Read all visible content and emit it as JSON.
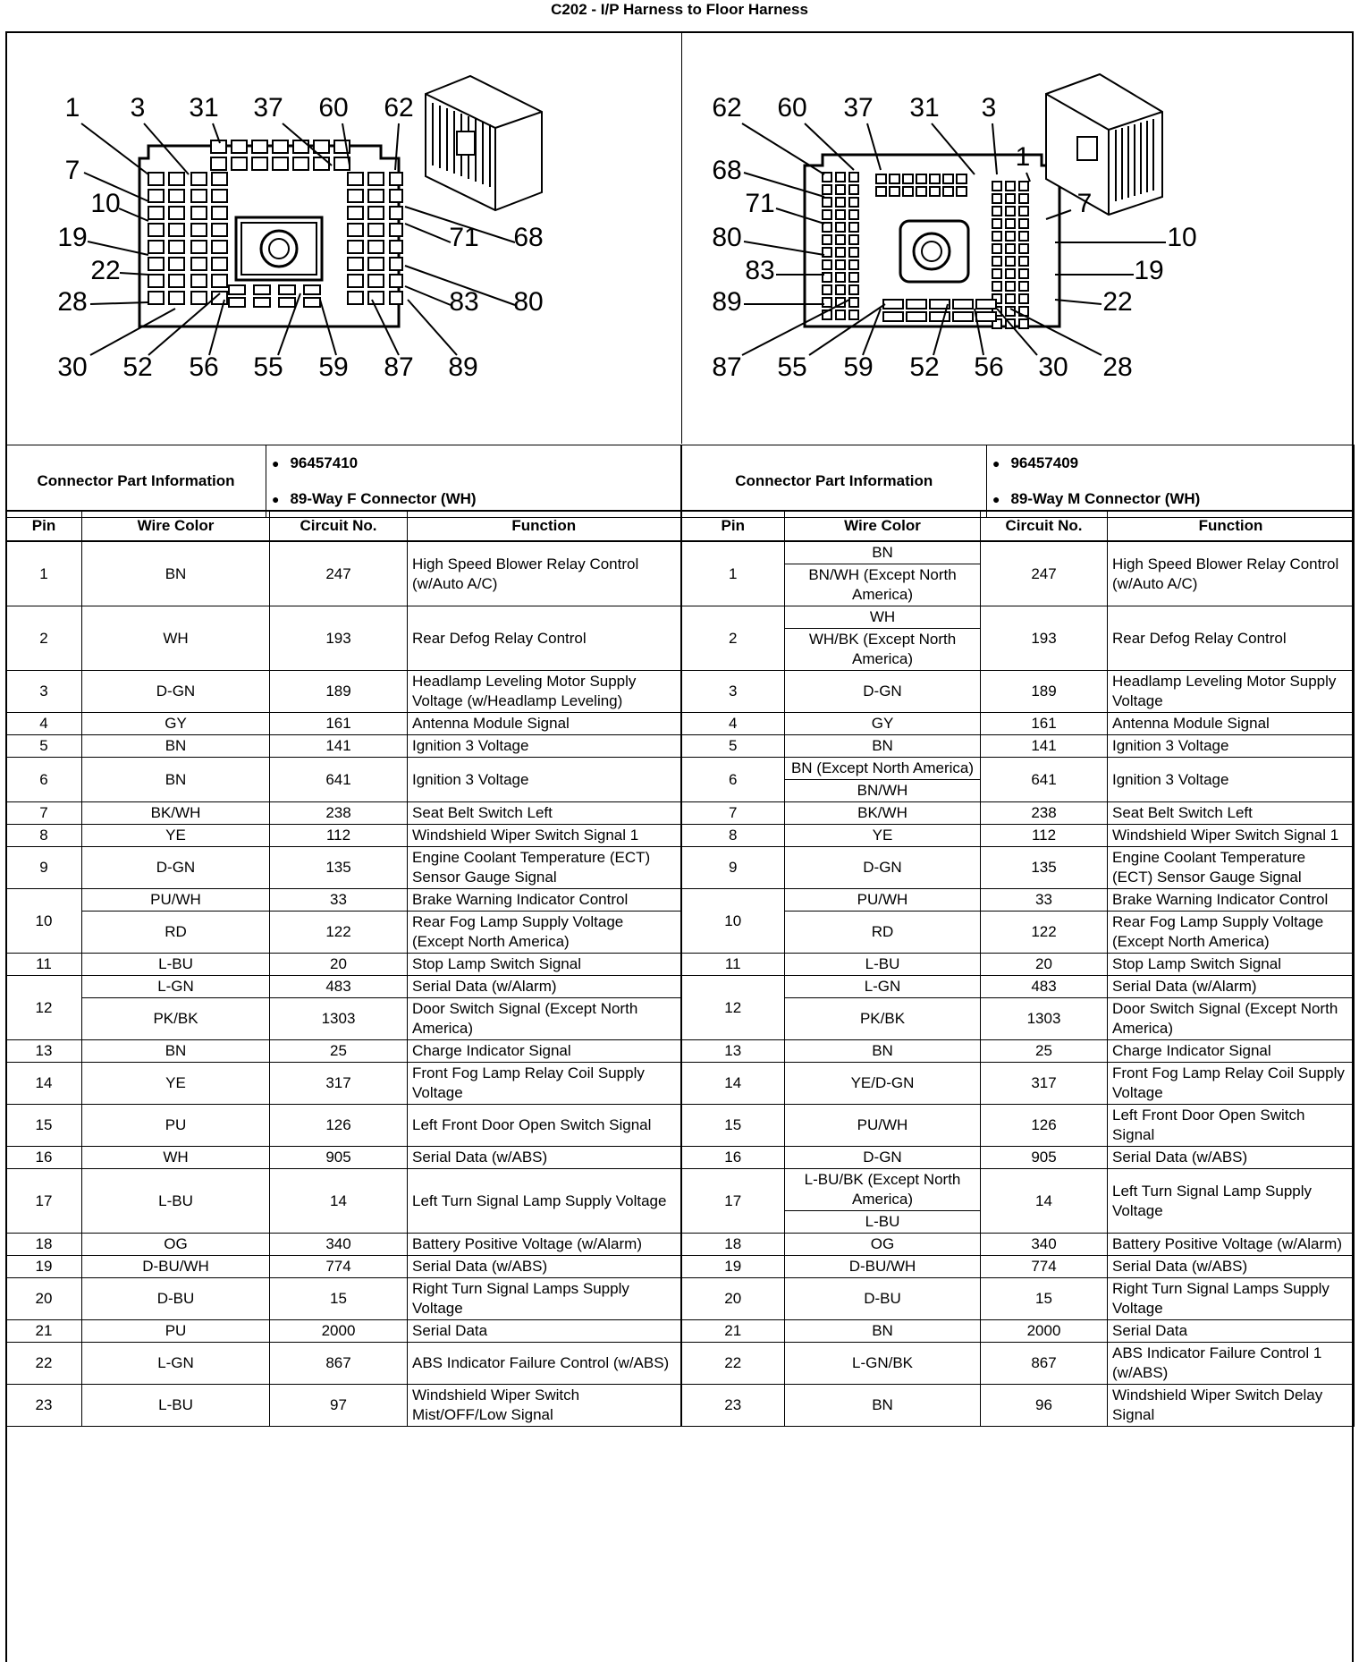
{
  "title": "C202 - I/P Harness to Floor Harness",
  "diagram": {
    "left_labels": [
      "1",
      "3",
      "31",
      "37",
      "60",
      "62",
      "7",
      "10",
      "19",
      "22",
      "28",
      "71",
      "68",
      "83",
      "80",
      "30",
      "52",
      "56",
      "55",
      "59",
      "87",
      "89"
    ],
    "right_labels": [
      "62",
      "60",
      "37",
      "31",
      "3",
      "1",
      "68",
      "71",
      "80",
      "83",
      "89",
      "7",
      "10",
      "19",
      "22",
      "87",
      "55",
      "59",
      "52",
      "56",
      "30",
      "28"
    ]
  },
  "connector_info": {
    "label": "Connector Part Information",
    "left": {
      "part_no": "96457410",
      "desc": "89-Way F Connector (WH)"
    },
    "right": {
      "part_no": "96457409",
      "desc": "89-Way M Connector (WH)"
    }
  },
  "headers": {
    "pin": "Pin",
    "wire_color": "Wire Color",
    "circuit_no": "Circuit No.",
    "function": "Function"
  },
  "left_rows": [
    {
      "pin": "1",
      "sub": [
        {
          "wire": "BN",
          "circuit": "247",
          "function": "High Speed Blower Relay Control (w/Auto A/C)"
        }
      ]
    },
    {
      "pin": "2",
      "sub": [
        {
          "wire": "WH",
          "circuit": "193",
          "function": "Rear Defog Relay Control"
        }
      ]
    },
    {
      "pin": "3",
      "sub": [
        {
          "wire": "D-GN",
          "circuit": "189",
          "function": "Headlamp Leveling Motor Supply Voltage (w/Headlamp Leveling)"
        }
      ]
    },
    {
      "pin": "4",
      "sub": [
        {
          "wire": "GY",
          "circuit": "161",
          "function": "Antenna Module Signal"
        }
      ]
    },
    {
      "pin": "5",
      "sub": [
        {
          "wire": "BN",
          "circuit": "141",
          "function": "Ignition 3 Voltage"
        }
      ]
    },
    {
      "pin": "6",
      "sub": [
        {
          "wire": "BN",
          "circuit": "641",
          "function": "Ignition 3 Voltage"
        }
      ]
    },
    {
      "pin": "7",
      "sub": [
        {
          "wire": "BK/WH",
          "circuit": "238",
          "function": "Seat Belt Switch Left"
        }
      ]
    },
    {
      "pin": "8",
      "sub": [
        {
          "wire": "YE",
          "circuit": "112",
          "function": "Windshield Wiper Switch Signal 1"
        }
      ]
    },
    {
      "pin": "9",
      "sub": [
        {
          "wire": "D-GN",
          "circuit": "135",
          "function": "Engine Coolant Temperature (ECT) Sensor Gauge Signal"
        }
      ]
    },
    {
      "pin": "10",
      "sub": [
        {
          "wire": "PU/WH",
          "circuit": "33",
          "function": "Brake Warning Indicator Control"
        },
        {
          "wire": "RD",
          "circuit": "122",
          "function": "Rear Fog Lamp Supply Voltage (Except North America)"
        }
      ]
    },
    {
      "pin": "11",
      "sub": [
        {
          "wire": "L-BU",
          "circuit": "20",
          "function": "Stop Lamp Switch Signal"
        }
      ]
    },
    {
      "pin": "12",
      "sub": [
        {
          "wire": "L-GN",
          "circuit": "483",
          "function": "Serial Data (w/Alarm)"
        },
        {
          "wire": "PK/BK",
          "circuit": "1303",
          "function": "Door Switch Signal (Except North America)"
        }
      ]
    },
    {
      "pin": "13",
      "sub": [
        {
          "wire": "BN",
          "circuit": "25",
          "function": "Charge Indicator Signal"
        }
      ]
    },
    {
      "pin": "14",
      "sub": [
        {
          "wire": "YE",
          "circuit": "317",
          "function": "Front Fog Lamp Relay Coil Supply Voltage"
        }
      ]
    },
    {
      "pin": "15",
      "sub": [
        {
          "wire": "PU",
          "circuit": "126",
          "function": "Left Front Door Open Switch Signal"
        }
      ]
    },
    {
      "pin": "16",
      "sub": [
        {
          "wire": "WH",
          "circuit": "905",
          "function": "Serial Data (w/ABS)"
        }
      ]
    },
    {
      "pin": "17",
      "sub": [
        {
          "wire": "L-BU",
          "circuit": "14",
          "function": "Left Turn Signal Lamp Supply Voltage"
        }
      ]
    },
    {
      "pin": "18",
      "sub": [
        {
          "wire": "OG",
          "circuit": "340",
          "function": "Battery Positive Voltage (w/Alarm)"
        }
      ]
    },
    {
      "pin": "19",
      "sub": [
        {
          "wire": "D-BU/WH",
          "circuit": "774",
          "function": "Serial Data (w/ABS)"
        }
      ]
    },
    {
      "pin": "20",
      "sub": [
        {
          "wire": "D-BU",
          "circuit": "15",
          "function": "Right Turn Signal Lamps Supply Voltage"
        }
      ]
    },
    {
      "pin": "21",
      "sub": [
        {
          "wire": "PU",
          "circuit": "2000",
          "function": "Serial Data"
        }
      ]
    },
    {
      "pin": "22",
      "sub": [
        {
          "wire": "L-GN",
          "circuit": "867",
          "function": "ABS Indicator Failure Control (w/ABS)"
        }
      ]
    },
    {
      "pin": "23",
      "sub": [
        {
          "wire": "L-BU",
          "circuit": "97",
          "function": "Windshield Wiper Switch Mist/OFF/Low Signal"
        }
      ]
    }
  ],
  "right_rows": [
    {
      "pin": "1",
      "wires": [
        "BN",
        "BN/WH (Except North America)"
      ],
      "sub": [
        {
          "circuit": "247",
          "function": "High Speed Blower Relay Control (w/Auto A/C)"
        }
      ]
    },
    {
      "pin": "2",
      "wires": [
        "WH",
        "WH/BK (Except North America)"
      ],
      "sub": [
        {
          "circuit": "193",
          "function": "Rear Defog Relay Control"
        }
      ]
    },
    {
      "pin": "3",
      "wires": [
        "D-GN"
      ],
      "sub": [
        {
          "circuit": "189",
          "function": "Headlamp Leveling Motor Supply Voltage"
        }
      ]
    },
    {
      "pin": "4",
      "wires": [
        "GY"
      ],
      "sub": [
        {
          "circuit": "161",
          "function": "Antenna Module Signal"
        }
      ]
    },
    {
      "pin": "5",
      "wires": [
        "BN"
      ],
      "sub": [
        {
          "circuit": "141",
          "function": "Ignition 3 Voltage"
        }
      ]
    },
    {
      "pin": "6",
      "wires": [
        "BN (Except North America)",
        "BN/WH"
      ],
      "sub": [
        {
          "circuit": "641",
          "function": "Ignition 3 Voltage"
        }
      ]
    },
    {
      "pin": "7",
      "wires": [
        "BK/WH"
      ],
      "sub": [
        {
          "circuit": "238",
          "function": "Seat Belt Switch Left"
        }
      ]
    },
    {
      "pin": "8",
      "wires": [
        "YE"
      ],
      "sub": [
        {
          "circuit": "112",
          "function": "Windshield Wiper Switch Signal 1"
        }
      ]
    },
    {
      "pin": "9",
      "wires": [
        "D-GN"
      ],
      "sub": [
        {
          "circuit": "135",
          "function": "Engine Coolant Temperature (ECT) Sensor Gauge Signal"
        }
      ]
    },
    {
      "pin": "10",
      "wires": null,
      "sub": [
        {
          "wire": "PU/WH",
          "circuit": "33",
          "function": "Brake Warning Indicator Control"
        },
        {
          "wire": "RD",
          "circuit": "122",
          "function": "Rear Fog Lamp Supply Voltage (Except North America)"
        }
      ]
    },
    {
      "pin": "11",
      "wires": [
        "L-BU"
      ],
      "sub": [
        {
          "circuit": "20",
          "function": "Stop Lamp Switch Signal"
        }
      ]
    },
    {
      "pin": "12",
      "wires": null,
      "sub": [
        {
          "wire": "L-GN",
          "circuit": "483",
          "function": "Serial Data (w/Alarm)"
        },
        {
          "wire": "PK/BK",
          "circuit": "1303",
          "function": "Door Switch Signal (Except North America)"
        }
      ]
    },
    {
      "pin": "13",
      "wires": [
        "BN"
      ],
      "sub": [
        {
          "circuit": "25",
          "function": "Charge Indicator Signal"
        }
      ]
    },
    {
      "pin": "14",
      "wires": [
        "YE/D-GN"
      ],
      "sub": [
        {
          "circuit": "317",
          "function": "Front Fog Lamp Relay Coil Supply Voltage"
        }
      ]
    },
    {
      "pin": "15",
      "wires": [
        "PU/WH"
      ],
      "sub": [
        {
          "circuit": "126",
          "function": "Left Front Door Open Switch Signal"
        }
      ]
    },
    {
      "pin": "16",
      "wires": [
        "D-GN"
      ],
      "sub": [
        {
          "circuit": "905",
          "function": "Serial Data (w/ABS)"
        }
      ]
    },
    {
      "pin": "17",
      "wires": [
        "L-BU/BK (Except North America)",
        "L-BU"
      ],
      "sub": [
        {
          "circuit": "14",
          "function": "Left Turn Signal Lamp Supply Voltage"
        }
      ]
    },
    {
      "pin": "18",
      "wires": [
        "OG"
      ],
      "sub": [
        {
          "circuit": "340",
          "function": "Battery Positive Voltage (w/Alarm)"
        }
      ]
    },
    {
      "pin": "19",
      "wires": [
        "D-BU/WH"
      ],
      "sub": [
        {
          "circuit": "774",
          "function": "Serial Data (w/ABS)"
        }
      ]
    },
    {
      "pin": "20",
      "wires": [
        "D-BU"
      ],
      "sub": [
        {
          "circuit": "15",
          "function": "Right Turn Signal Lamps Supply Voltage"
        }
      ]
    },
    {
      "pin": "21",
      "wires": [
        "BN"
      ],
      "sub": [
        {
          "circuit": "2000",
          "function": "Serial Data"
        }
      ]
    },
    {
      "pin": "22",
      "wires": [
        "L-GN/BK"
      ],
      "sub": [
        {
          "circuit": "867",
          "function": "ABS Indicator Failure Control 1 (w/ABS)"
        }
      ]
    },
    {
      "pin": "23",
      "wires": [
        "BN"
      ],
      "sub": [
        {
          "circuit": "96",
          "function": "Windshield Wiper Switch Delay Signal"
        }
      ]
    }
  ]
}
